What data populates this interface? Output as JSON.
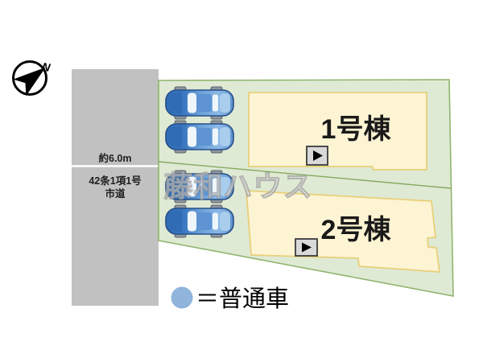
{
  "compass": {
    "label": "N",
    "icon": "north-arrow-icon"
  },
  "road": {
    "width_label": "約6.0m",
    "designation_line1": "42条1項1号",
    "designation_line2": "市道"
  },
  "buildings": [
    {
      "label": "1号棟",
      "entrance_icon": "play-right-icon"
    },
    {
      "label": "2号棟",
      "entrance_icon": "play-right-icon"
    }
  ],
  "parking": {
    "car_icon": "sedan-top-view-icon",
    "car_count": 4
  },
  "legend": {
    "symbol_icon": "circle-icon",
    "label": "＝普通車"
  },
  "watermark": "藤和ハウス",
  "colors": {
    "road_fill": "#c1c1c1",
    "site_fill": "#dfead5",
    "site_border": "#90b56e",
    "building_fill": "#fcf4d3",
    "building_border": "#e8d07a",
    "car_blue": "#4e88cb",
    "legend_circle": "#91b4dc",
    "marker_bg": "#d9d9d9",
    "marker_border": "#3a3a3a",
    "label_text": "#1a1a1a"
  }
}
